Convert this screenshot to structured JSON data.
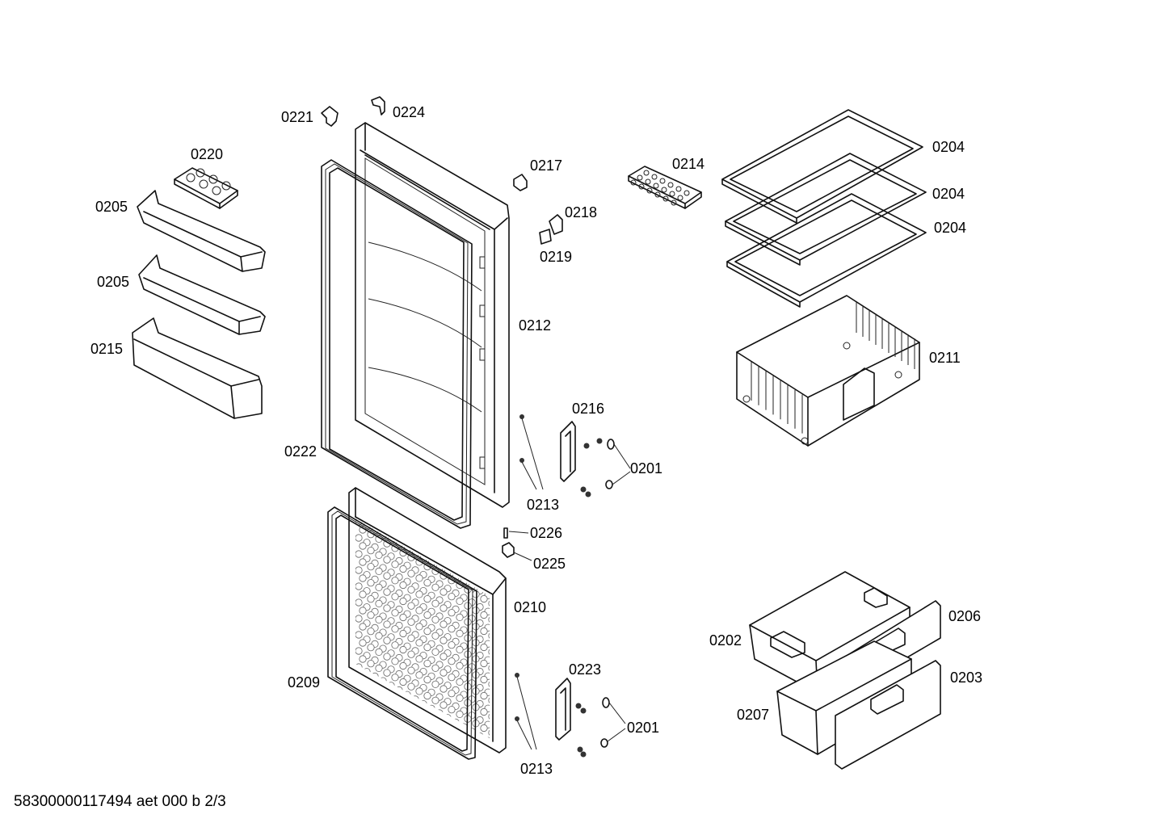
{
  "labels": {
    "p0221": "0221",
    "p0224": "0224",
    "p0220": "0220",
    "p0205a": "0205",
    "p0205b": "0205",
    "p0215": "0215",
    "p0217": "0217",
    "p0218": "0218",
    "p0219": "0219",
    "p0212": "0212",
    "p0222": "0222",
    "p0214": "0214",
    "p0204a": "0204",
    "p0204b": "0204",
    "p0204c": "0204",
    "p0211": "0211",
    "p0216": "0216",
    "p0201a": "0201",
    "p0213a": "0213",
    "p0226": "0226",
    "p0225": "0225",
    "p0210": "0210",
    "p0209": "0209",
    "p0223": "0223",
    "p0201b": "0201",
    "p0213b": "0213",
    "p0206": "0206",
    "p0202": "0202",
    "p0203": "0203",
    "p0207": "0207"
  },
  "footer": "58300000117494 aet 000 b 2/3"
}
